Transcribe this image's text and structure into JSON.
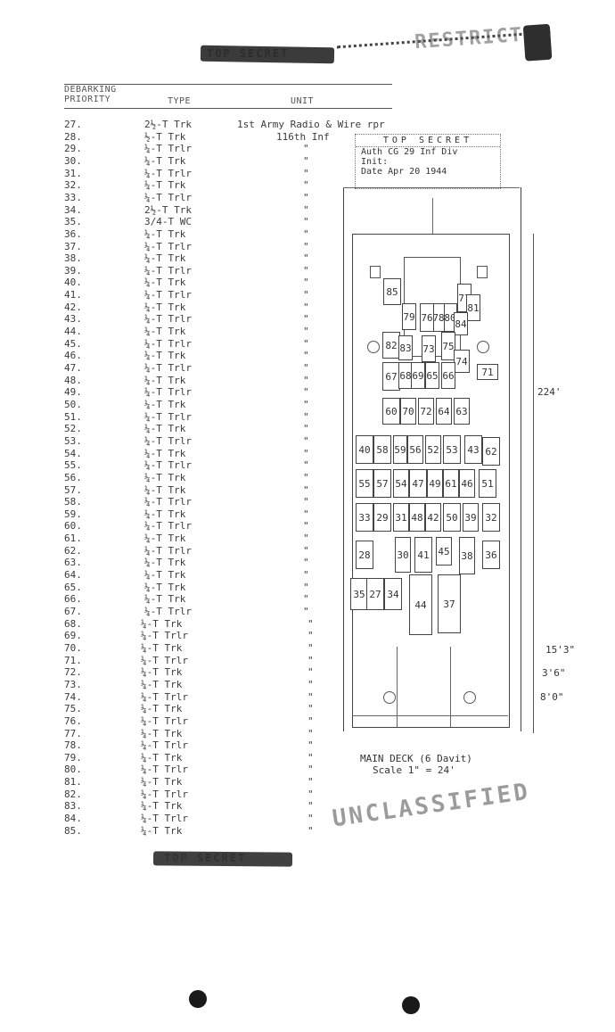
{
  "top_stamp": "TOP SECRET",
  "top_stamp_right": "RESTRICTED",
  "headers": {
    "priority_line1": "DEBARKING",
    "priority_line2": "PRIORITY",
    "type": "TYPE",
    "unit": "UNIT"
  },
  "security_box": {
    "title": "TOP SECRET",
    "auth": "Auth CG 29 Inf Div",
    "init": "Init:",
    "date": "Date  Apr 20 1944"
  },
  "rows": [
    {
      "num": "27.",
      "type": "2½-T Trk",
      "unit": "1st Army Radio & Wire rpr"
    },
    {
      "num": "28.",
      "type": "½-T Trk",
      "unit": "116th Inf"
    },
    {
      "num": "29.",
      "type": "¼-T Trlr",
      "unit": "\""
    },
    {
      "num": "30.",
      "type": "¼-T Trk",
      "unit": "\""
    },
    {
      "num": "31.",
      "type": "¼-T Trlr",
      "unit": "\""
    },
    {
      "num": "32.",
      "type": "¼-T Trk",
      "unit": "\""
    },
    {
      "num": "33.",
      "type": "¼-T Trlr",
      "unit": "\""
    },
    {
      "num": "34.",
      "type": "2½-T Trk",
      "unit": "\""
    },
    {
      "num": "35.",
      "type": "3/4-T WC",
      "unit": "\""
    },
    {
      "num": "36.",
      "type": "¼-T Trk",
      "unit": "\""
    },
    {
      "num": "37.",
      "type": "¼-T Trlr",
      "unit": "\""
    },
    {
      "num": "38.",
      "type": "¼-T Trk",
      "unit": "\""
    },
    {
      "num": "39.",
      "type": "¼-T Trlr",
      "unit": "\""
    },
    {
      "num": "40.",
      "type": "¼-T Trk",
      "unit": "\""
    },
    {
      "num": "41.",
      "type": "¼-T Trlr",
      "unit": "\""
    },
    {
      "num": "42.",
      "type": "¼-T Trk",
      "unit": "\""
    },
    {
      "num": "43.",
      "type": "¼-T Trlr",
      "unit": "\""
    },
    {
      "num": "44.",
      "type": "¼-T Trk",
      "unit": "\""
    },
    {
      "num": "45.",
      "type": "¼-T Trlr",
      "unit": "\""
    },
    {
      "num": "46.",
      "type": "¼-T Trk",
      "unit": "\""
    },
    {
      "num": "47.",
      "type": "¼-T Trlr",
      "unit": "\""
    },
    {
      "num": "48.",
      "type": "¼-T Trk",
      "unit": "\""
    },
    {
      "num": "49.",
      "type": "¼-T Trlr",
      "unit": "\""
    },
    {
      "num": "50.",
      "type": "¼-T Trk",
      "unit": "\""
    },
    {
      "num": "51.",
      "type": "¼-T Trlr",
      "unit": "\""
    },
    {
      "num": "52.",
      "type": "¼-T Trk",
      "unit": "\""
    },
    {
      "num": "53.",
      "type": "¼-T Trlr",
      "unit": "\""
    },
    {
      "num": "54.",
      "type": "¼-T Trk",
      "unit": "\""
    },
    {
      "num": "55.",
      "type": "¼-T Trlr",
      "unit": "\""
    },
    {
      "num": "56.",
      "type": "¼-T Trk",
      "unit": "\""
    },
    {
      "num": "57.",
      "type": "¼-T Trk",
      "unit": "\""
    },
    {
      "num": "58.",
      "type": "¼-T Trlr",
      "unit": "\""
    },
    {
      "num": "59.",
      "type": "¼-T Trk",
      "unit": "\""
    },
    {
      "num": "60.",
      "type": "¼-T Trlr",
      "unit": "\""
    },
    {
      "num": "61.",
      "type": "¼-T Trk",
      "unit": "\""
    },
    {
      "num": "62.",
      "type": "¼-T Trlr",
      "unit": "\""
    },
    {
      "num": "63.",
      "type": "¼-T Trk",
      "unit": "\""
    },
    {
      "num": "64.",
      "type": "¼-T Trk",
      "unit": "\""
    },
    {
      "num": "65.",
      "type": "¼-T Trk",
      "unit": "\""
    },
    {
      "num": "66.",
      "type": "¼-T Trk",
      "unit": "\""
    },
    {
      "num": "67.",
      "type": "¼-T Trlr",
      "unit": "\""
    },
    {
      "num": "68.",
      "type": "¼-T Trk",
      "unit": "\""
    },
    {
      "num": "69.",
      "type": "¼-T Trlr",
      "unit": "\""
    },
    {
      "num": "70.",
      "type": "¼-T Trk",
      "unit": "\""
    },
    {
      "num": "71.",
      "type": "¼-T Trlr",
      "unit": "\""
    },
    {
      "num": "72.",
      "type": "¼-T Trk",
      "unit": "\""
    },
    {
      "num": "73.",
      "type": "¼-T Trk",
      "unit": "\""
    },
    {
      "num": "74.",
      "type": "¼-T Trlr",
      "unit": "\""
    },
    {
      "num": "75.",
      "type": "¼-T Trk",
      "unit": "\""
    },
    {
      "num": "76.",
      "type": "¼-T Trlr",
      "unit": "\""
    },
    {
      "num": "77.",
      "type": "¼-T Trk",
      "unit": "\""
    },
    {
      "num": "78.",
      "type": "¼-T Trlr",
      "unit": "\""
    },
    {
      "num": "79.",
      "type": "¼-T Trk",
      "unit": "\""
    },
    {
      "num": "80.",
      "type": "¼-T Trlr",
      "unit": "\""
    },
    {
      "num": "81.",
      "type": "¼-T Trk",
      "unit": "\""
    },
    {
      "num": "82.",
      "type": "¼-T Trlr",
      "unit": "\""
    },
    {
      "num": "83.",
      "type": "¼-T Trk",
      "unit": "\""
    },
    {
      "num": "84.",
      "type": "¼-T Trlr",
      "unit": "\""
    },
    {
      "num": "85.",
      "type": "¼-T Trk",
      "unit": "\""
    }
  ],
  "diagram": {
    "caption_line1": "MAIN DECK (6 Davit)",
    "caption_line2": "Scale 1\" = 24'",
    "dim_224": "224'",
    "dim_153": "15'3\"",
    "dim_36": "3'6\"",
    "dim_80": "8'0\"",
    "vehicles": [
      "85",
      "80",
      "78",
      "77",
      "81",
      "84",
      "79",
      "76",
      "75",
      "82",
      "83",
      "73",
      "74",
      "71",
      "67",
      "68",
      "69",
      "65",
      "66",
      "60",
      "70",
      "72",
      "64",
      "63",
      "40",
      "58",
      "59",
      "56",
      "52",
      "53",
      "43",
      "62",
      "55",
      "57",
      "54",
      "47",
      "49",
      "61",
      "46",
      "51",
      "33",
      "29",
      "31",
      "48",
      "42",
      "50",
      "39",
      "32",
      "28",
      "30",
      "41",
      "45",
      "38",
      "36",
      "35",
      "27",
      "34",
      "44",
      "37"
    ]
  },
  "bottom_stamp": "TOP SECRET",
  "unclassified_stamp": "UNCLASSIFIED"
}
